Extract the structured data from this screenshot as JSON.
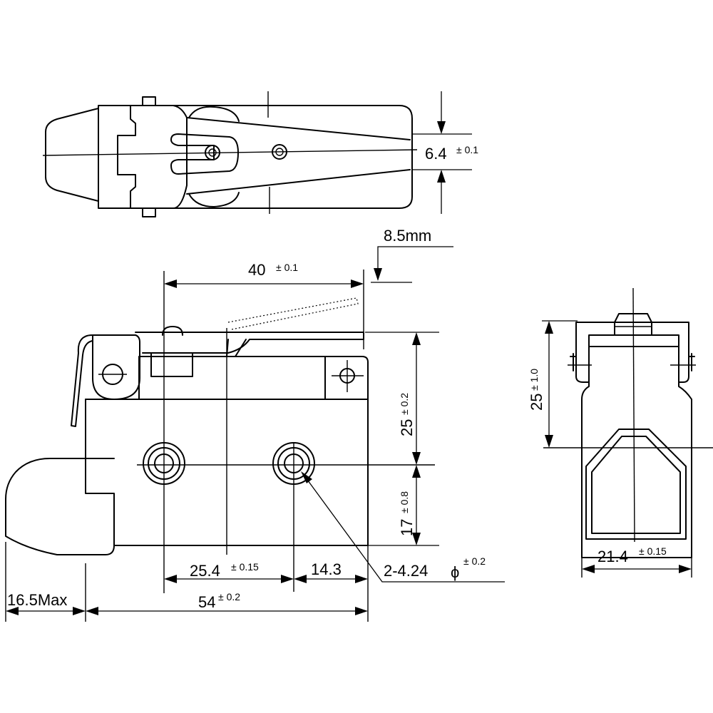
{
  "colors": {
    "line": "#000000",
    "background": "#ffffff"
  },
  "top_view": {
    "dim_6_4": {
      "value": "6.4",
      "tol": "± 0.1"
    }
  },
  "front_view": {
    "dim_8_5": {
      "value": "8.5mm"
    },
    "dim_40": {
      "value": "40",
      "tol": "± 0.1"
    },
    "dim_25": {
      "value": "25",
      "tol": "± 0.2"
    },
    "dim_17": {
      "value": "17",
      "tol": "± 0.8"
    },
    "dim_25_4": {
      "value": "25.4",
      "tol": "± 0.15"
    },
    "dim_14_3": {
      "value": "14.3"
    },
    "dim_hole": {
      "value": "2-4.24",
      "symbol": "ϕ",
      "tol": "± 0.2"
    },
    "dim_54": {
      "value": "54",
      "tol": "± 0.2"
    },
    "dim_16_5": {
      "value": "16.5Max"
    }
  },
  "side_view": {
    "dim_25": {
      "value": "25",
      "tol": "± 1.0"
    },
    "dim_21_4": {
      "value": "21.4",
      "tol": "± 0.15"
    }
  }
}
